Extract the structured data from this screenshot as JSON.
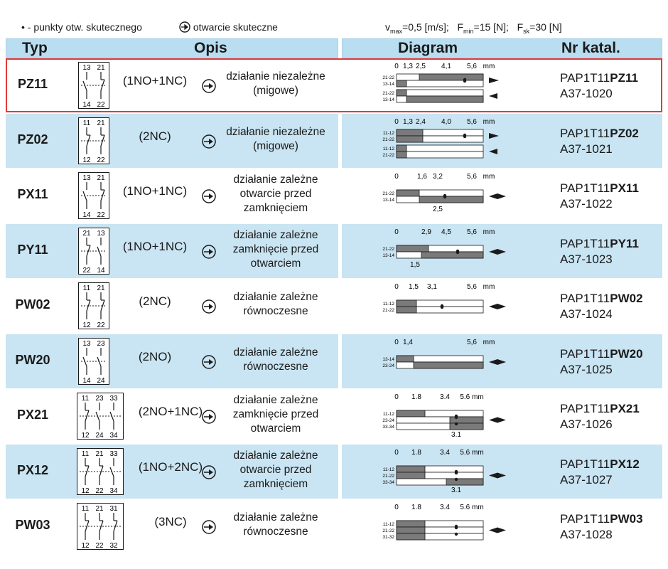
{
  "top_note": {
    "legend": "• - punkty otw. skutecznego",
    "legend2": "otwarcie skuteczne",
    "v": "v",
    "v_sub": "max",
    "v_val": "=0,5 [m/s];",
    "f1": "F",
    "f1_sub": "min",
    "f1_val": "=15 [N];",
    "f2": "F",
    "f2_sub": "sk",
    "f2_val": "=30 [N]"
  },
  "header": {
    "typ": "Typ",
    "opis": "Opis",
    "diagram": "Diagram",
    "nr": "Nr katal."
  },
  "colors": {
    "light_blue": "#c9e4f2",
    "header_blue": "#b9def1",
    "highlight": "#e03a3a",
    "bar_grey": "#7a7a7a"
  },
  "rows": [
    {
      "typ": "PZ11",
      "config": "(1NO+1NC)",
      "desc": [
        "działanie niezależne",
        "(migowe)"
      ],
      "cat_prefix": "PAP1T11",
      "cat_code": "PZ11",
      "cat_num": "A37-1020",
      "sym": {
        "top": [
          "13",
          "21"
        ],
        "bot": [
          "14",
          "22"
        ],
        "contacts": [
          "no",
          "nc"
        ]
      },
      "diagram": {
        "ticks": [
          "0",
          "1,3",
          "2,5",
          "4,1",
          "5,6",
          "mm"
        ],
        "groups": [
          {
            "labels": [
              "21-22",
              "13-14"
            ],
            "dir": "right"
          },
          {
            "labels": [
              "21-22",
              "13-14"
            ],
            "dir": "left"
          }
        ],
        "below": ""
      }
    },
    {
      "typ": "PZ02",
      "config": "(2NC)",
      "desc": [
        "działanie niezależne",
        "(migowe)"
      ],
      "cat_prefix": "PAP1T11",
      "cat_code": "PZ02",
      "cat_num": "A37-1021",
      "sym": {
        "top": [
          "11",
          "21"
        ],
        "bot": [
          "12",
          "22"
        ],
        "contacts": [
          "nc",
          "nc"
        ]
      },
      "diagram": {
        "ticks": [
          "0",
          "1,3",
          "2,4",
          "4,0",
          "5,6",
          "mm"
        ],
        "groups": [
          {
            "labels": [
              "11-12",
              "21-22"
            ],
            "dir": "right"
          },
          {
            "labels": [
              "11-12",
              "21-22"
            ],
            "dir": "left"
          }
        ],
        "below": ""
      }
    },
    {
      "typ": "PX11",
      "config": "(1NO+1NC)",
      "desc": [
        "działanie zależne",
        "otwarcie przed",
        "zamknięciem"
      ],
      "cat_prefix": "PAP1T11",
      "cat_code": "PX11",
      "cat_num": "A37-1022",
      "sym": {
        "top": [
          "13",
          "21"
        ],
        "bot": [
          "14",
          "22"
        ],
        "contacts": [
          "no",
          "nc"
        ]
      },
      "diagram": {
        "ticks": [
          "0",
          "1,6",
          "3,2",
          "5,6",
          "mm"
        ],
        "groups": [
          {
            "labels": [
              "21-22",
              "13-14"
            ],
            "dir": "both"
          }
        ],
        "below": "2,5"
      }
    },
    {
      "typ": "PY11",
      "config": "(1NO+1NC)",
      "desc": [
        "działanie zależne",
        "zamknięcie przed",
        "otwarciem"
      ],
      "cat_prefix": "PAP1T11",
      "cat_code": "PY11",
      "cat_num": "A37-1023",
      "sym": {
        "top": [
          "21",
          "13"
        ],
        "bot": [
          "22",
          "14"
        ],
        "contacts": [
          "nc",
          "no"
        ]
      },
      "diagram": {
        "ticks": [
          "0",
          "2,9",
          "4,5",
          "5,6",
          "mm"
        ],
        "groups": [
          {
            "labels": [
              "21-22",
              "13-14"
            ],
            "dir": "both"
          }
        ],
        "below": "1,5"
      }
    },
    {
      "typ": "PW02",
      "config": "(2NC)",
      "desc": [
        "działanie zależne",
        "równoczesne"
      ],
      "cat_prefix": "PAP1T11",
      "cat_code": "PW02",
      "cat_num": "A37-1024",
      "sym": {
        "top": [
          "11",
          "21"
        ],
        "bot": [
          "12",
          "22"
        ],
        "contacts": [
          "nc",
          "nc"
        ]
      },
      "diagram": {
        "ticks": [
          "0",
          "1,5",
          "3,1",
          "5,6",
          "mm"
        ],
        "groups": [
          {
            "labels": [
              "11-12",
              "21-22"
            ],
            "dir": "both"
          }
        ],
        "below": ""
      }
    },
    {
      "typ": "PW20",
      "config": "(2NO)",
      "desc": [
        "działanie zależne",
        "równoczesne"
      ],
      "cat_prefix": "PAP1T11",
      "cat_code": "PW20",
      "cat_num": "A37-1025",
      "sym": {
        "top": [
          "13",
          "23"
        ],
        "bot": [
          "14",
          "24"
        ],
        "contacts": [
          "no",
          "no"
        ]
      },
      "diagram": {
        "ticks": [
          "0",
          "1,4",
          "5,6",
          "mm"
        ],
        "groups": [
          {
            "labels": [
              "13-14",
              "23-24"
            ],
            "dir": "both"
          }
        ],
        "below": ""
      }
    },
    {
      "typ": "PX21",
      "config": "(2NO+1NC)",
      "desc": [
        "działanie zależne",
        "zamknięcie przed",
        "otwarciem"
      ],
      "cat_prefix": "PAP1T11",
      "cat_code": "PX21",
      "cat_num": "A37-1026",
      "sym": {
        "top": [
          "11",
          "23",
          "33"
        ],
        "bot": [
          "12",
          "24",
          "34"
        ],
        "contacts": [
          "nc",
          "no",
          "no"
        ]
      },
      "diagram": {
        "ticks": [
          "0",
          "1.8",
          "3.4",
          "5.6 mm"
        ],
        "groups": [
          {
            "labels": [
              "11-12",
              "23-24",
              "33-34"
            ],
            "dir": "both"
          }
        ],
        "below": "3.1"
      }
    },
    {
      "typ": "PX12",
      "config": "(1NO+2NC)",
      "desc": [
        "działanie zależne",
        "otwarcie przed",
        "zamknięciem"
      ],
      "cat_prefix": "PAP1T11",
      "cat_code": "PX12",
      "cat_num": "A37-1027",
      "sym": {
        "top": [
          "11",
          "21",
          "33"
        ],
        "bot": [
          "12",
          "22",
          "34"
        ],
        "contacts": [
          "nc",
          "nc",
          "no"
        ]
      },
      "diagram": {
        "ticks": [
          "0",
          "1.8",
          "3.4",
          "5.6 mm"
        ],
        "groups": [
          {
            "labels": [
              "11-12",
              "21-22",
              "33-34"
            ],
            "dir": "both"
          }
        ],
        "below": "3.1"
      }
    },
    {
      "typ": "PW03",
      "config": "(3NC)",
      "desc": [
        "działanie zależne",
        "równoczesne"
      ],
      "cat_prefix": "PAP1T11",
      "cat_code": "PW03",
      "cat_num": "A37-1028",
      "sym": {
        "top": [
          "11",
          "21",
          "31"
        ],
        "bot": [
          "12",
          "22",
          "32"
        ],
        "contacts": [
          "nc",
          "nc",
          "nc"
        ]
      },
      "diagram": {
        "ticks": [
          "0",
          "1.8",
          "3.4",
          "5.6 mm"
        ],
        "groups": [
          {
            "labels": [
              "11-12",
              "21-22",
              "31-32"
            ],
            "dir": "both"
          }
        ],
        "below": ""
      }
    }
  ]
}
